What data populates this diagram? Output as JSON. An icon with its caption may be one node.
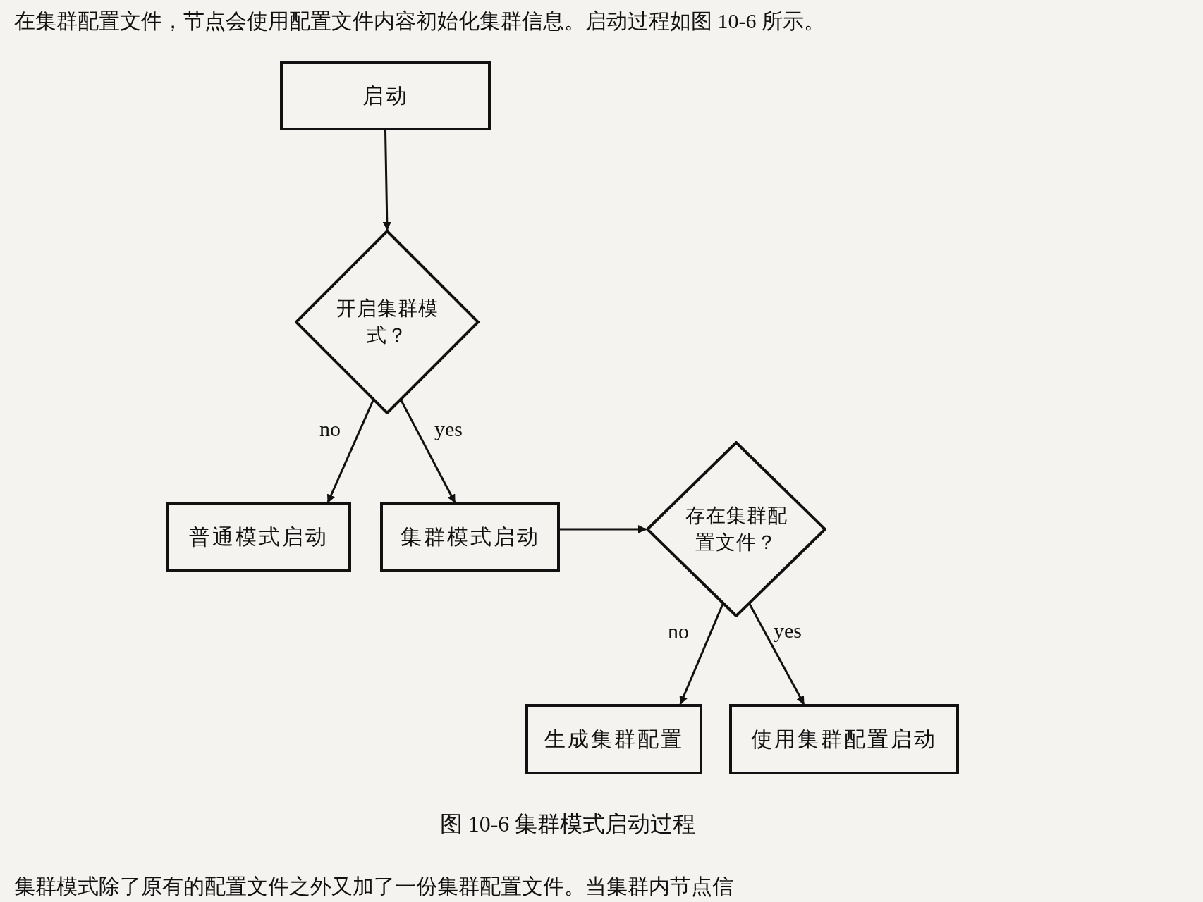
{
  "diagram": {
    "caption": "图 10-6 集群模式启动过程",
    "nodes": [
      {
        "text": [
          "启动"
        ]
      },
      {
        "text": [
          "开启集群模式？"
        ]
      },
      {
        "text": [
          "普通模式启动"
        ]
      },
      {
        "text": [
          "集群模式启动"
        ]
      },
      {
        "text": [
          "存在集群配置文件？"
        ]
      },
      {
        "text": [
          "生成集群配置"
        ]
      },
      {
        "text": [
          "使用集群配置启动"
        ]
      }
    ],
    "edges": [
      {
        "from": 0,
        "to": 1,
        "arrow": "to"
      },
      {
        "from": 1,
        "to": 2,
        "arrow": "to",
        "label": "no"
      },
      {
        "from": 1,
        "to": 3,
        "arrow": "to",
        "label": "yes"
      },
      {
        "from": 3,
        "to": 4,
        "arrow": "to"
      },
      {
        "from": 4,
        "to": 5,
        "arrow": "to",
        "label": "no"
      },
      {
        "from": 4,
        "to": 6,
        "arrow": "to",
        "label": "yes"
      }
    ],
    "labels": [
      "在集群配置文件，节点会使用配置文件内容初始化集群信息。启动过程如图 10-6 所示。",
      "集群模式除了原有的配置文件之外又加了一份集群配置文件。当集群内节点信"
    ]
  }
}
